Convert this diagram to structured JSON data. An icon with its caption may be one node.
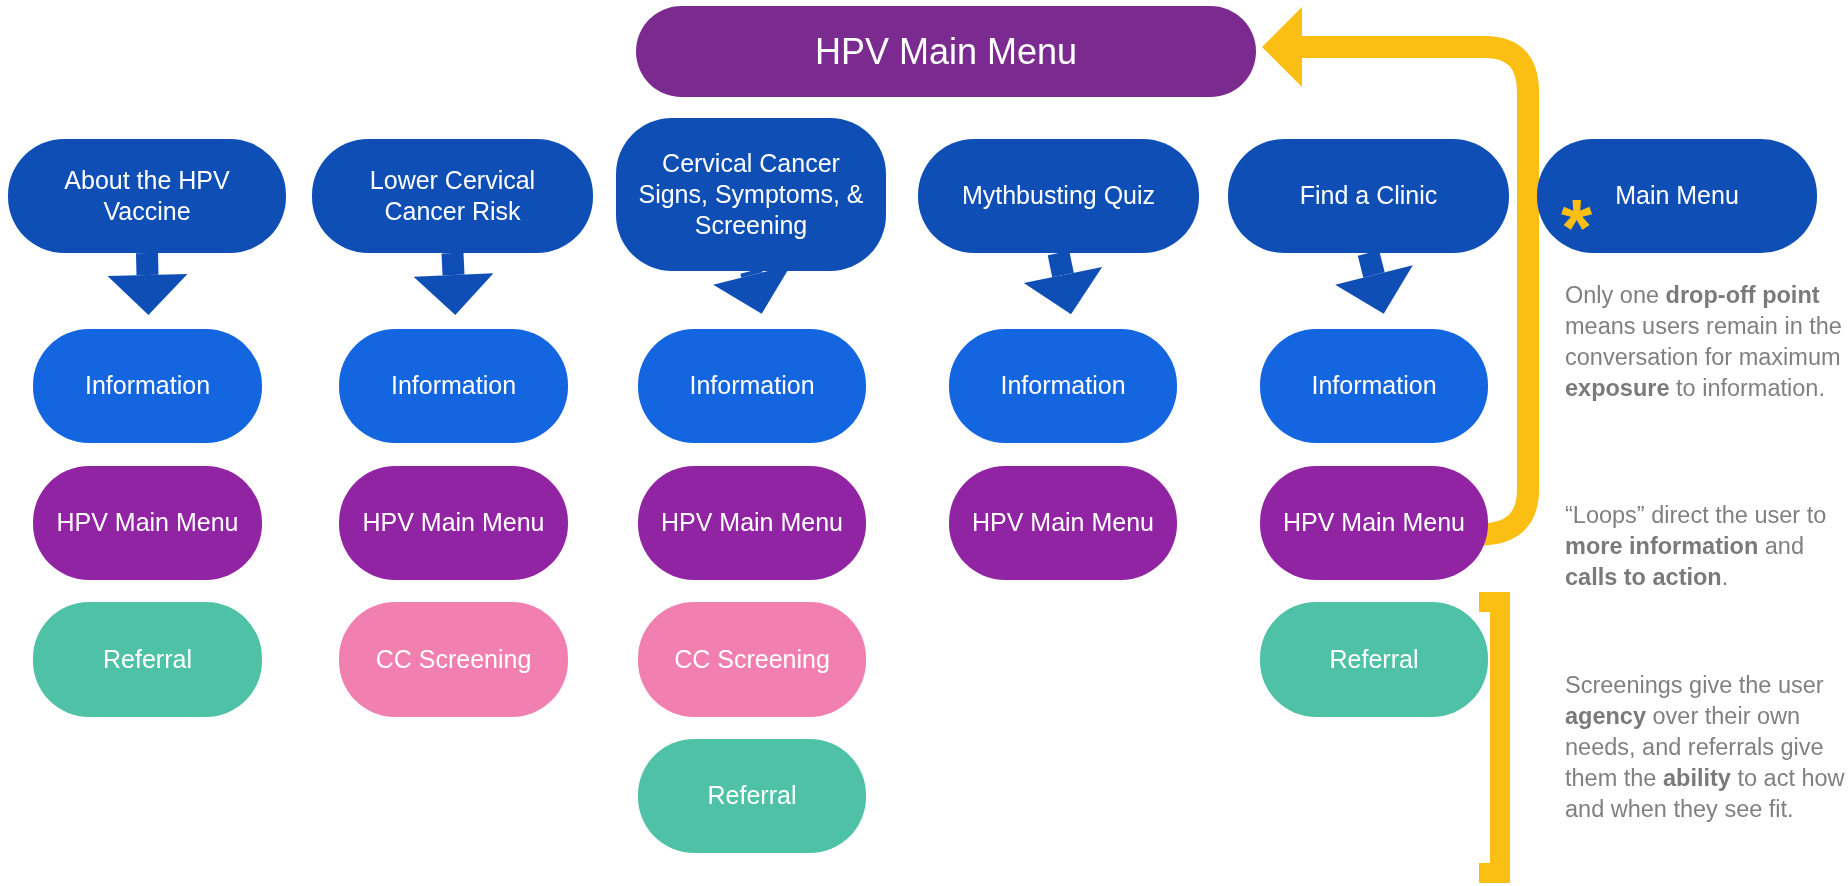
{
  "diagram": {
    "nodes": [
      {
        "text": [
          "HPV Main Menu"
        ]
      },
      {
        "text": [
          "About the HPV Vaccine"
        ]
      },
      {
        "text": [
          "Lower Cervical Cancer Risk"
        ]
      },
      {
        "text": [
          "Cervical Cancer Signs, Symptoms, & Screening"
        ]
      },
      {
        "text": [
          "Mythbusting Quiz"
        ]
      },
      {
        "text": [
          "Find a Clinic"
        ]
      },
      {
        "text": [
          "Main Menu"
        ]
      },
      {
        "text": [
          "Information"
        ]
      },
      {
        "text": [
          "HPV Main Menu"
        ]
      },
      {
        "text": [
          "Referral"
        ]
      },
      {
        "text": [
          "Information"
        ]
      },
      {
        "text": [
          "HPV Main Menu"
        ]
      },
      {
        "text": [
          "CC Screening"
        ]
      },
      {
        "text": [
          "Information"
        ]
      },
      {
        "text": [
          "HPV Main Menu"
        ]
      },
      {
        "text": [
          "CC Screening"
        ]
      },
      {
        "text": [
          "Referral"
        ]
      },
      {
        "text": [
          "Information"
        ]
      },
      {
        "text": [
          "HPV Main Menu"
        ]
      },
      {
        "text": [
          "Information"
        ]
      },
      {
        "text": [
          "HPV Main Menu"
        ]
      },
      {
        "text": [
          "Referral"
        ]
      }
    ],
    "edges": [
      {
        "from": 1,
        "to": 7,
        "arrow": "to"
      },
      {
        "from": 2,
        "to": 10,
        "arrow": "to"
      },
      {
        "from": 3,
        "to": 13,
        "arrow": "to"
      },
      {
        "from": 4,
        "to": 17,
        "arrow": "to"
      },
      {
        "from": 5,
        "to": 19,
        "arrow": "to"
      },
      {
        "from": 20,
        "to": 0,
        "arrow": "to",
        "color": "#fbbf14"
      }
    ],
    "labels": [
      "*",
      "Only one **drop-off point** means users remain in the conversation for maximum **exposure** to information.",
      "“Loops” direct the user  to **more information** and **calls to action**.",
      "Screenings give the user **agency** over their own needs, and referrals give them the **ability** to act how and when they see fit."
    ]
  }
}
